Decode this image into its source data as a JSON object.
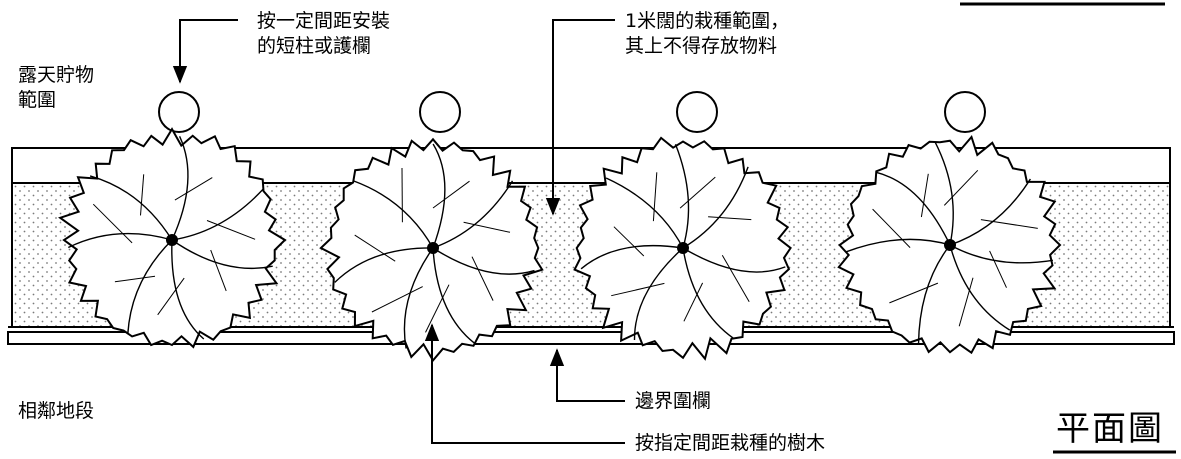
{
  "labels": {
    "storage_area": [
      "露天貯物",
      "範圍"
    ],
    "posts": [
      "按一定間距安裝",
      "的短柱或護欄"
    ],
    "planting_zone": [
      "1米闊的栽種範圍，",
      "其上不得存放物料"
    ],
    "adjacent_lot": "相鄰地段",
    "boundary_fence": "邊界圍欄",
    "trees": "按指定間距栽種的樹木",
    "view_title": "平面圖"
  },
  "tree_count": 4,
  "post_count": 4,
  "colors": {
    "line": "#000000",
    "background": "#ffffff",
    "stipple": "#7a7a7a"
  }
}
